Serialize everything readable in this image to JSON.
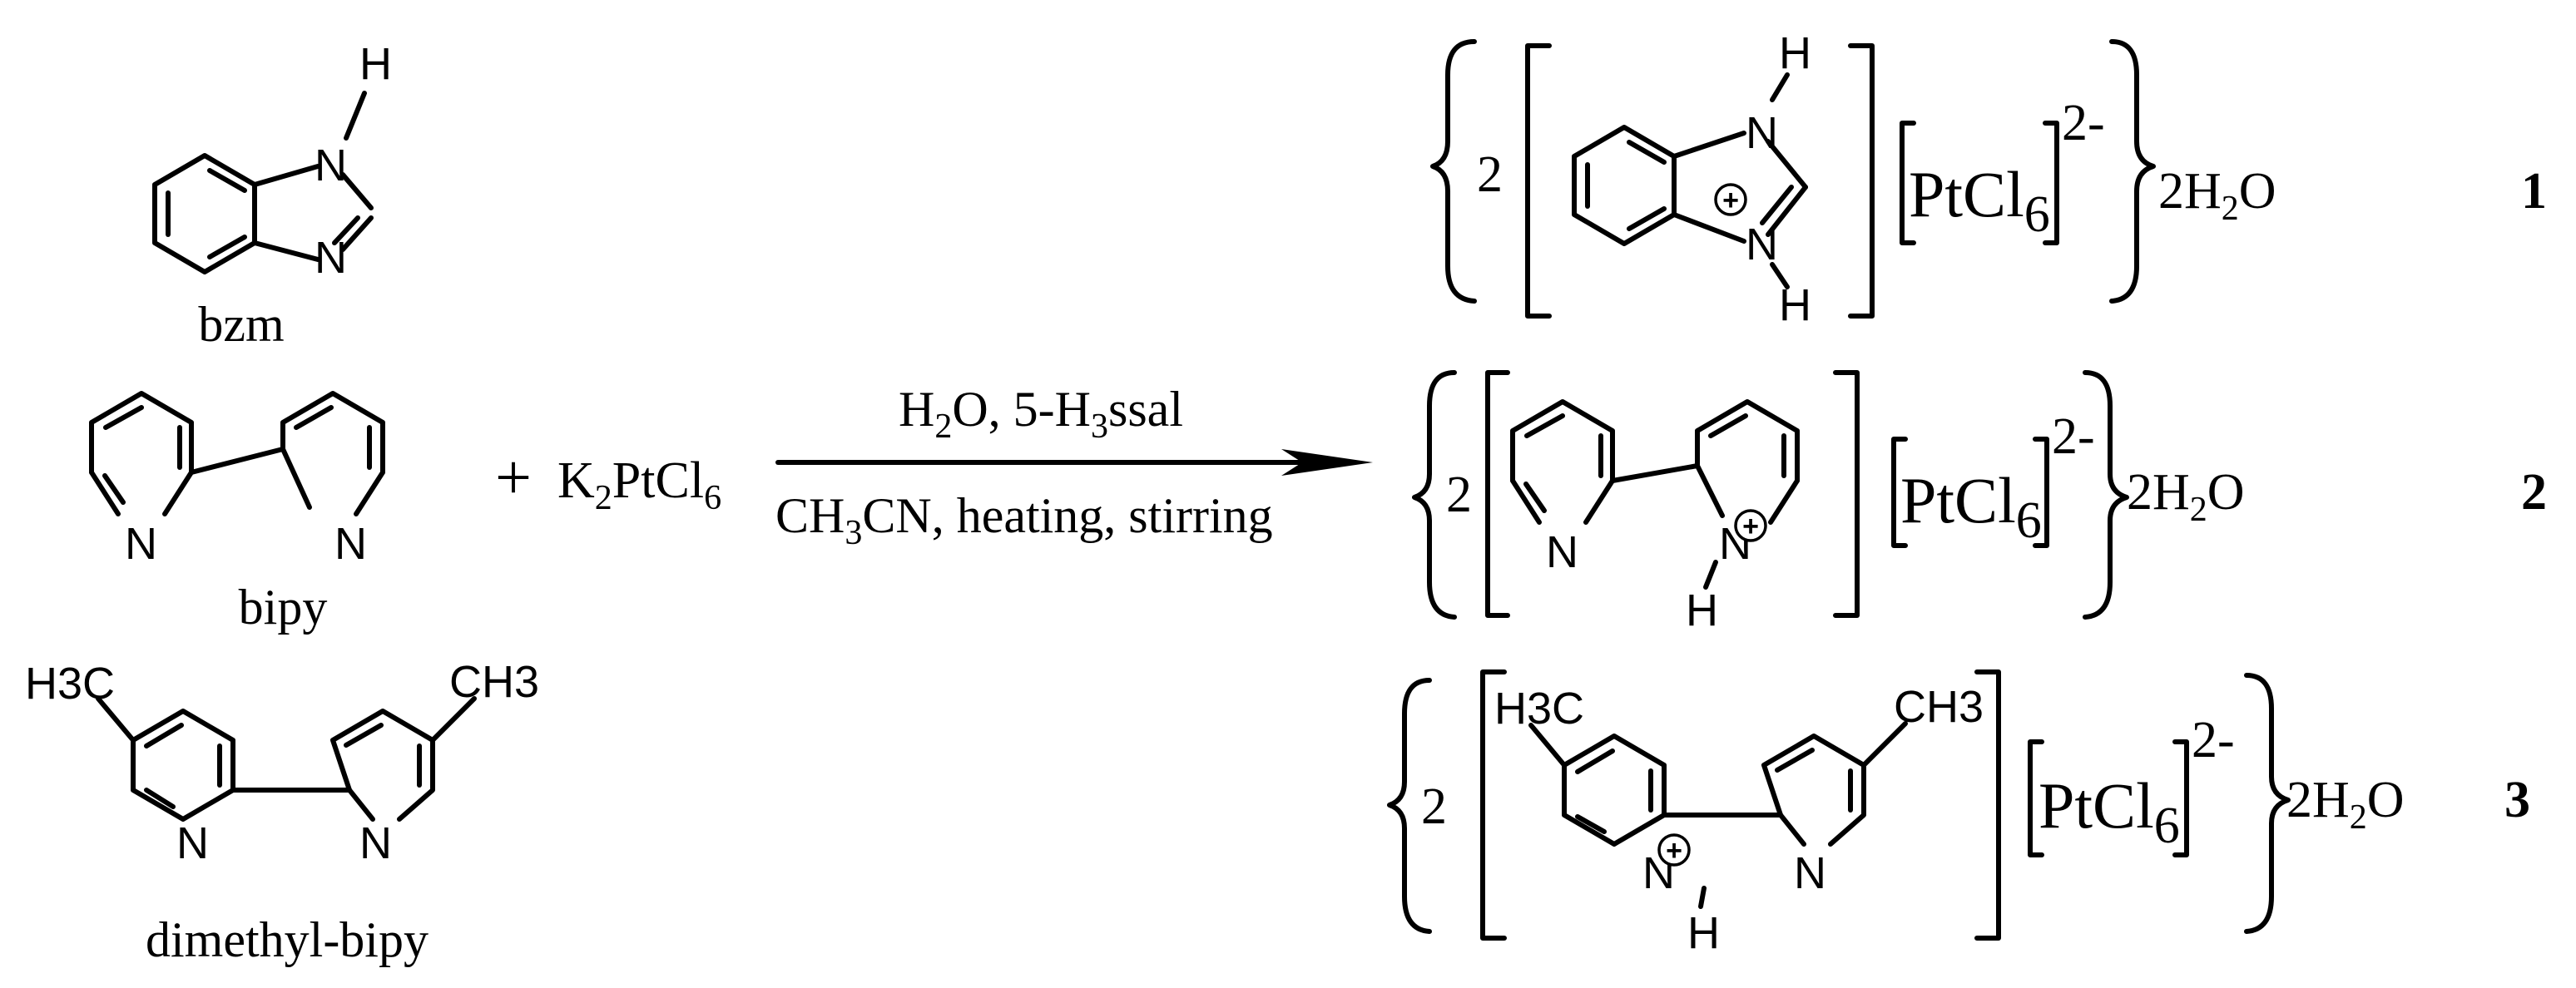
{
  "reactants": {
    "bzm": {
      "name": "bzm",
      "atoms": {
        "nh_n": "N",
        "nh_h": "H",
        "n": "N"
      }
    },
    "bipy": {
      "name": "bipy",
      "atoms": {
        "n_left": "N",
        "n_right": "N"
      }
    },
    "dimethyl_bipy": {
      "name": "dimethyl-bipy",
      "atoms": {
        "me_left": "H3C",
        "me_right": "CH3",
        "n_left": "N",
        "n_right": "N"
      }
    }
  },
  "reaction": {
    "plus": "+",
    "reagent": "K2PtCl6",
    "conditions_top": "H2O, 5-H3ssal",
    "conditions_bottom": "CH3CN, heating, stirring"
  },
  "products": [
    {
      "number": "1",
      "coefficient": "2",
      "anion": "[PtCl6]2-",
      "water": "2H2O",
      "cation": "benzimidazolium",
      "atoms": {
        "n_top": "N",
        "h_top": "H",
        "n_bottom": "N",
        "h_bottom": "H",
        "charge": "+"
      }
    },
    {
      "number": "2",
      "coefficient": "2",
      "anion": "[PtCl6]2-",
      "water": "2H2O",
      "cation": "2,2'-bipyridinium",
      "atoms": {
        "n_left": "N",
        "n_right": "N",
        "h": "H",
        "charge": "+"
      }
    },
    {
      "number": "3",
      "coefficient": "2",
      "anion": "[PtCl6]2-",
      "water": "2H2O",
      "cation": "4,4'-dimethyl-2,2'-bipyridinium",
      "atoms": {
        "me_left": "H3C",
        "me_right": "CH3",
        "n_left": "N",
        "n_right": "N",
        "h": "H",
        "charge": "+"
      }
    }
  ]
}
